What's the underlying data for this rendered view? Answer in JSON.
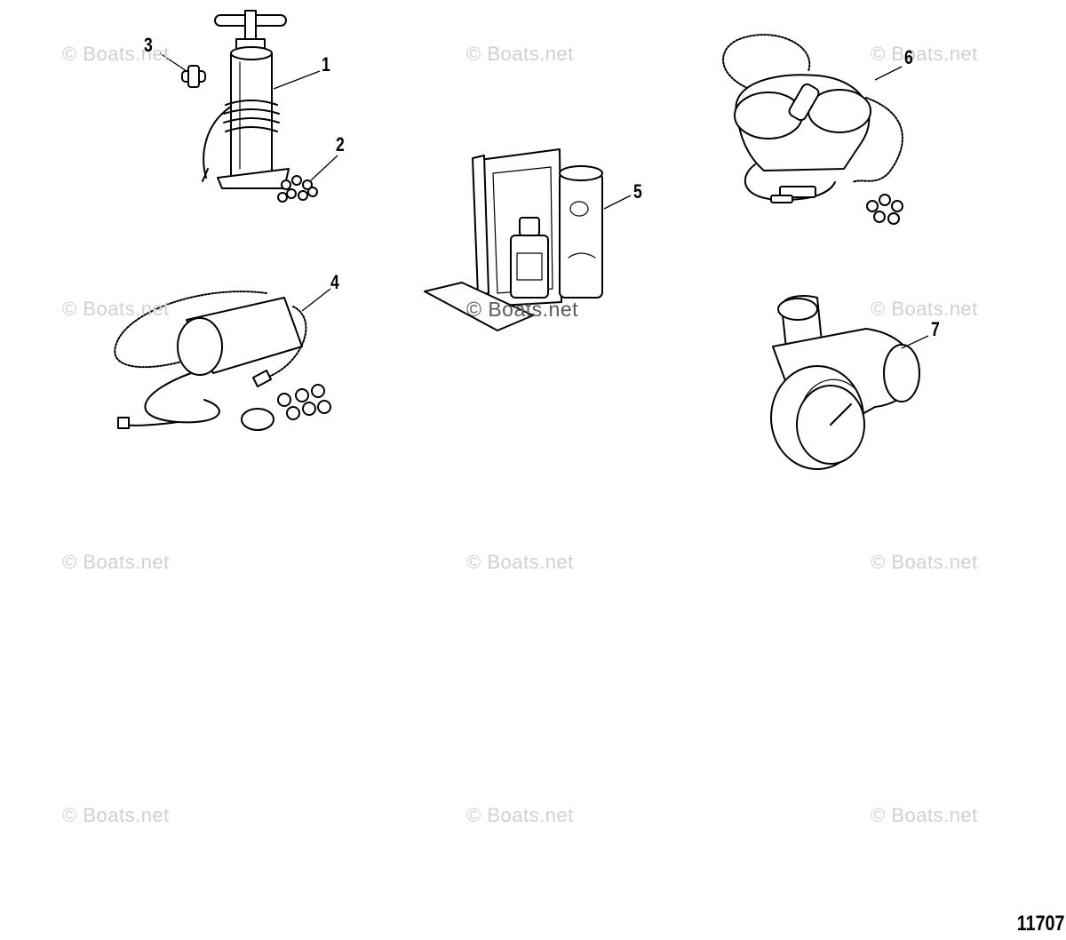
{
  "watermark": "© Boats.net",
  "diagram_id": "11707",
  "callouts": {
    "c1": "1",
    "c2": "2",
    "c3": "3",
    "c4": "4",
    "c5": "5",
    "c6": "6",
    "c7": "7"
  },
  "colors": {
    "background": "#ffffff",
    "line_art": "#000000",
    "watermark": "#d0d0d0"
  }
}
